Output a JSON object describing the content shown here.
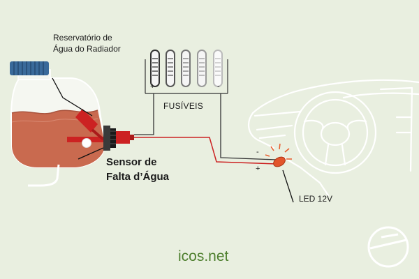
{
  "labels": {
    "reservoir_line1": "Reservatório de",
    "reservoir_line2": "Água do Radiador",
    "fuses": "FUSÍVEIS",
    "sensor_line1": "Sensor de",
    "sensor_line2": "Falta d’Água",
    "led": "LED 12V",
    "site": "icos.net"
  },
  "polarity": {
    "fuse_plus": "+",
    "fuse_minus": "-",
    "led_minus": "-",
    "led_plus": "+"
  },
  "colors": {
    "background": "#e9efe0",
    "water": "#c96a4f",
    "cap": "#3a6a9a",
    "wire_red": "#cc2222",
    "wire_dark": "#333333",
    "brand": "#4e7f2e"
  },
  "icons": [
    "fuse-icon",
    "led-icon",
    "car-dashboard-icon",
    "icos-logo-icon"
  ]
}
